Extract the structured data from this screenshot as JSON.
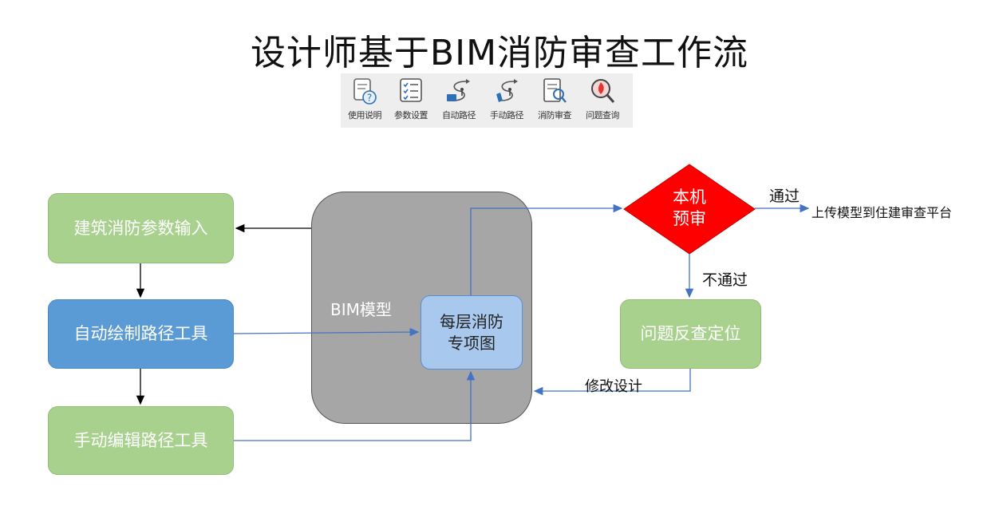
{
  "title": "设计师基于BIM消防审查工作流",
  "toolbar": {
    "tools": [
      {
        "label": "使用说明",
        "icon": "help-doc-icon"
      },
      {
        "label": "参数设置",
        "icon": "checklist-icon"
      },
      {
        "label": "自动路径",
        "icon": "auto-path-icon"
      },
      {
        "label": "手动路径",
        "icon": "manual-path-icon"
      },
      {
        "label": "消防审查",
        "icon": "fire-review-icon"
      },
      {
        "label": "问题查询",
        "icon": "issue-search-icon"
      }
    ]
  },
  "flow": {
    "params_input": "建筑消防参数输入",
    "auto_draw": "自动绘制路径工具",
    "manual_edit": "手动编辑路径工具",
    "bim_model": "BIM模型",
    "floor_plan": "每层消防专项图",
    "precheck": "本机预审",
    "pass": "通过",
    "upload": "上传模型到住建审查平台",
    "fail": "不通过",
    "locate": "问题反查定位",
    "modify": "修改设计"
  },
  "colors": {
    "green": "#a9d18e",
    "blue": "#5b9bd5",
    "gray": "#a6a6a6",
    "light_blue": "#a9c8ee",
    "red": "#ff0000",
    "arrow_blue": "#4472c4"
  }
}
